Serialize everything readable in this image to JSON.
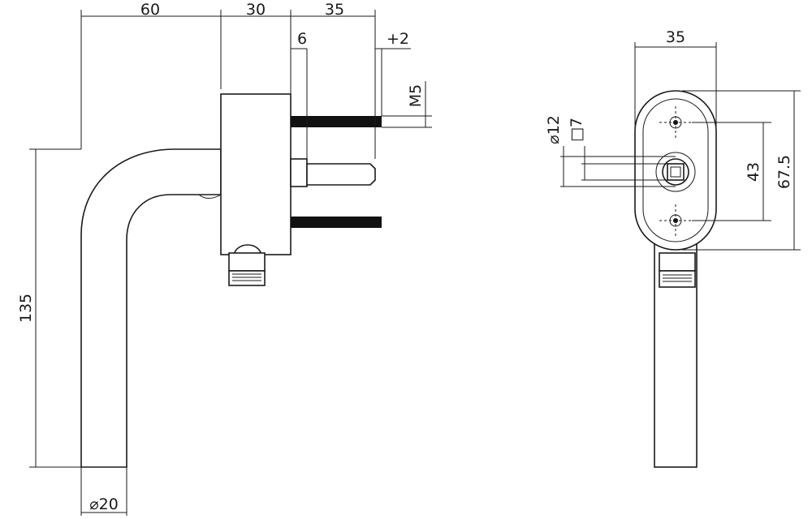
{
  "side_view": {
    "dimensions": {
      "dim_60": "60",
      "dim_30": "30",
      "dim_35_top": "35",
      "dim_6": "6",
      "dim_plus2": "+2",
      "dim_m5": "M5",
      "dim_135": "135",
      "dim_dia20": "⌀20"
    }
  },
  "front_view": {
    "dimensions": {
      "dim_35": "35",
      "dim_dia12": "⌀12",
      "dim_sq7": "□7",
      "dim_43": "43",
      "dim_67_5": "67.5"
    }
  },
  "colors": {
    "line": "#1a1a1a",
    "thread": "#111111",
    "background": "#ffffff"
  }
}
